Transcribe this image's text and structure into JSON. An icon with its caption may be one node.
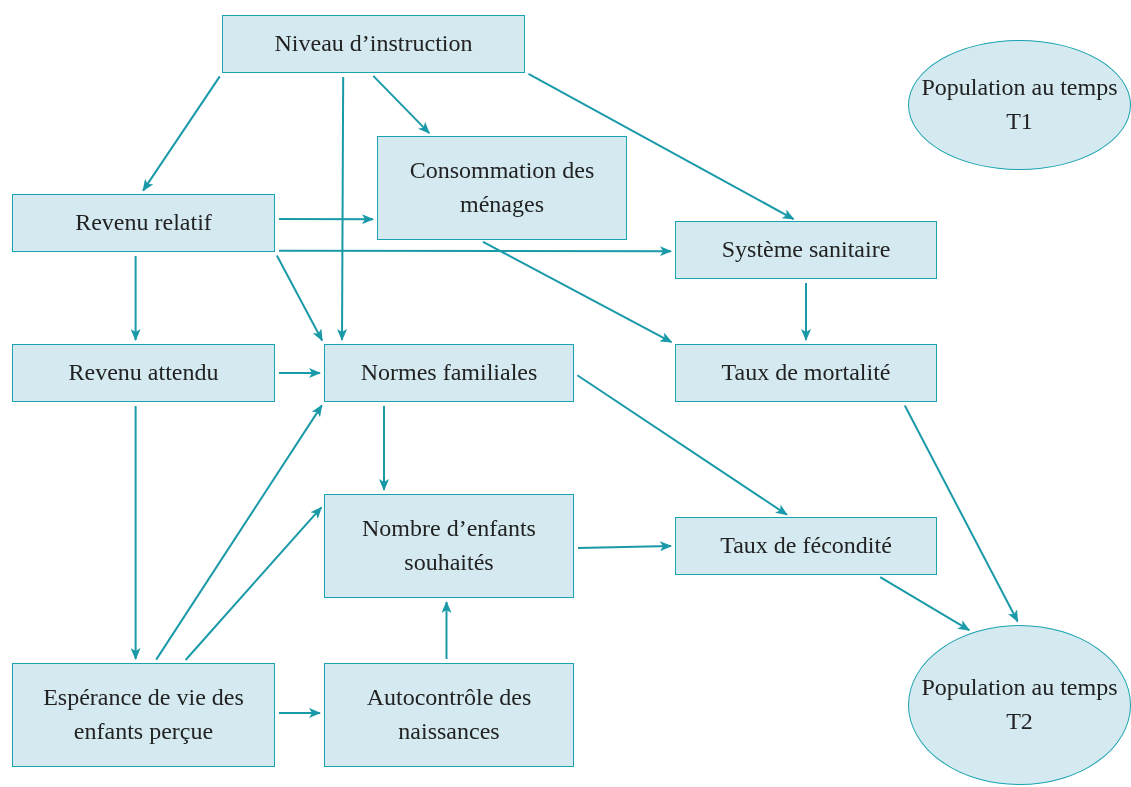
{
  "diagram": {
    "nodes": [
      {
        "text": [
          "Niveau d’instruction"
        ]
      },
      {
        "text": [
          "Population au temps T1"
        ]
      },
      {
        "text": [
          "Revenu relatif"
        ]
      },
      {
        "text": [
          "Consommation des ménages"
        ]
      },
      {
        "text": [
          "Système sanitaire"
        ]
      },
      {
        "text": [
          "Revenu attendu"
        ]
      },
      {
        "text": [
          "Normes familiales"
        ]
      },
      {
        "text": [
          "Taux de mortalité"
        ]
      },
      {
        "text": [
          "Nombre d’enfants souhaités"
        ]
      },
      {
        "text": [
          "Taux de fécondité"
        ]
      },
      {
        "text": [
          "Espérance de vie des enfants perçue"
        ]
      },
      {
        "text": [
          "Autocontrôle des naissances"
        ]
      },
      {
        "text": [
          "Population au temps T2"
        ]
      }
    ],
    "edges": [
      {
        "from": 0,
        "to": 2,
        "arrow": "to"
      },
      {
        "from": 0,
        "to": 6,
        "arrow": "to"
      },
      {
        "from": 0,
        "to": 3,
        "arrow": "to"
      },
      {
        "from": 0,
        "to": 4,
        "arrow": "to"
      },
      {
        "from": 2,
        "to": 3,
        "arrow": "to"
      },
      {
        "from": 2,
        "to": 4,
        "arrow": "to"
      },
      {
        "from": 2,
        "to": 5,
        "arrow": "to"
      },
      {
        "from": 2,
        "to": 6,
        "arrow": "to"
      },
      {
        "from": 3,
        "to": 7,
        "arrow": "to"
      },
      {
        "from": 4,
        "to": 7,
        "arrow": "to"
      },
      {
        "from": 5,
        "to": 6,
        "arrow": "to"
      },
      {
        "from": 5,
        "to": 10,
        "arrow": "to"
      },
      {
        "from": 6,
        "to": 8,
        "arrow": "to"
      },
      {
        "from": 6,
        "to": 9,
        "arrow": "to"
      },
      {
        "from": 10,
        "to": 6,
        "arrow": "to"
      },
      {
        "from": 10,
        "to": 8,
        "arrow": "to"
      },
      {
        "from": 10,
        "to": 11,
        "arrow": "to"
      },
      {
        "from": 11,
        "to": 8,
        "arrow": "to"
      },
      {
        "from": 8,
        "to": 9,
        "arrow": "to"
      },
      {
        "from": 7,
        "to": 12,
        "arrow": "to"
      },
      {
        "from": 9,
        "to": 12,
        "arrow": "to"
      }
    ]
  }
}
